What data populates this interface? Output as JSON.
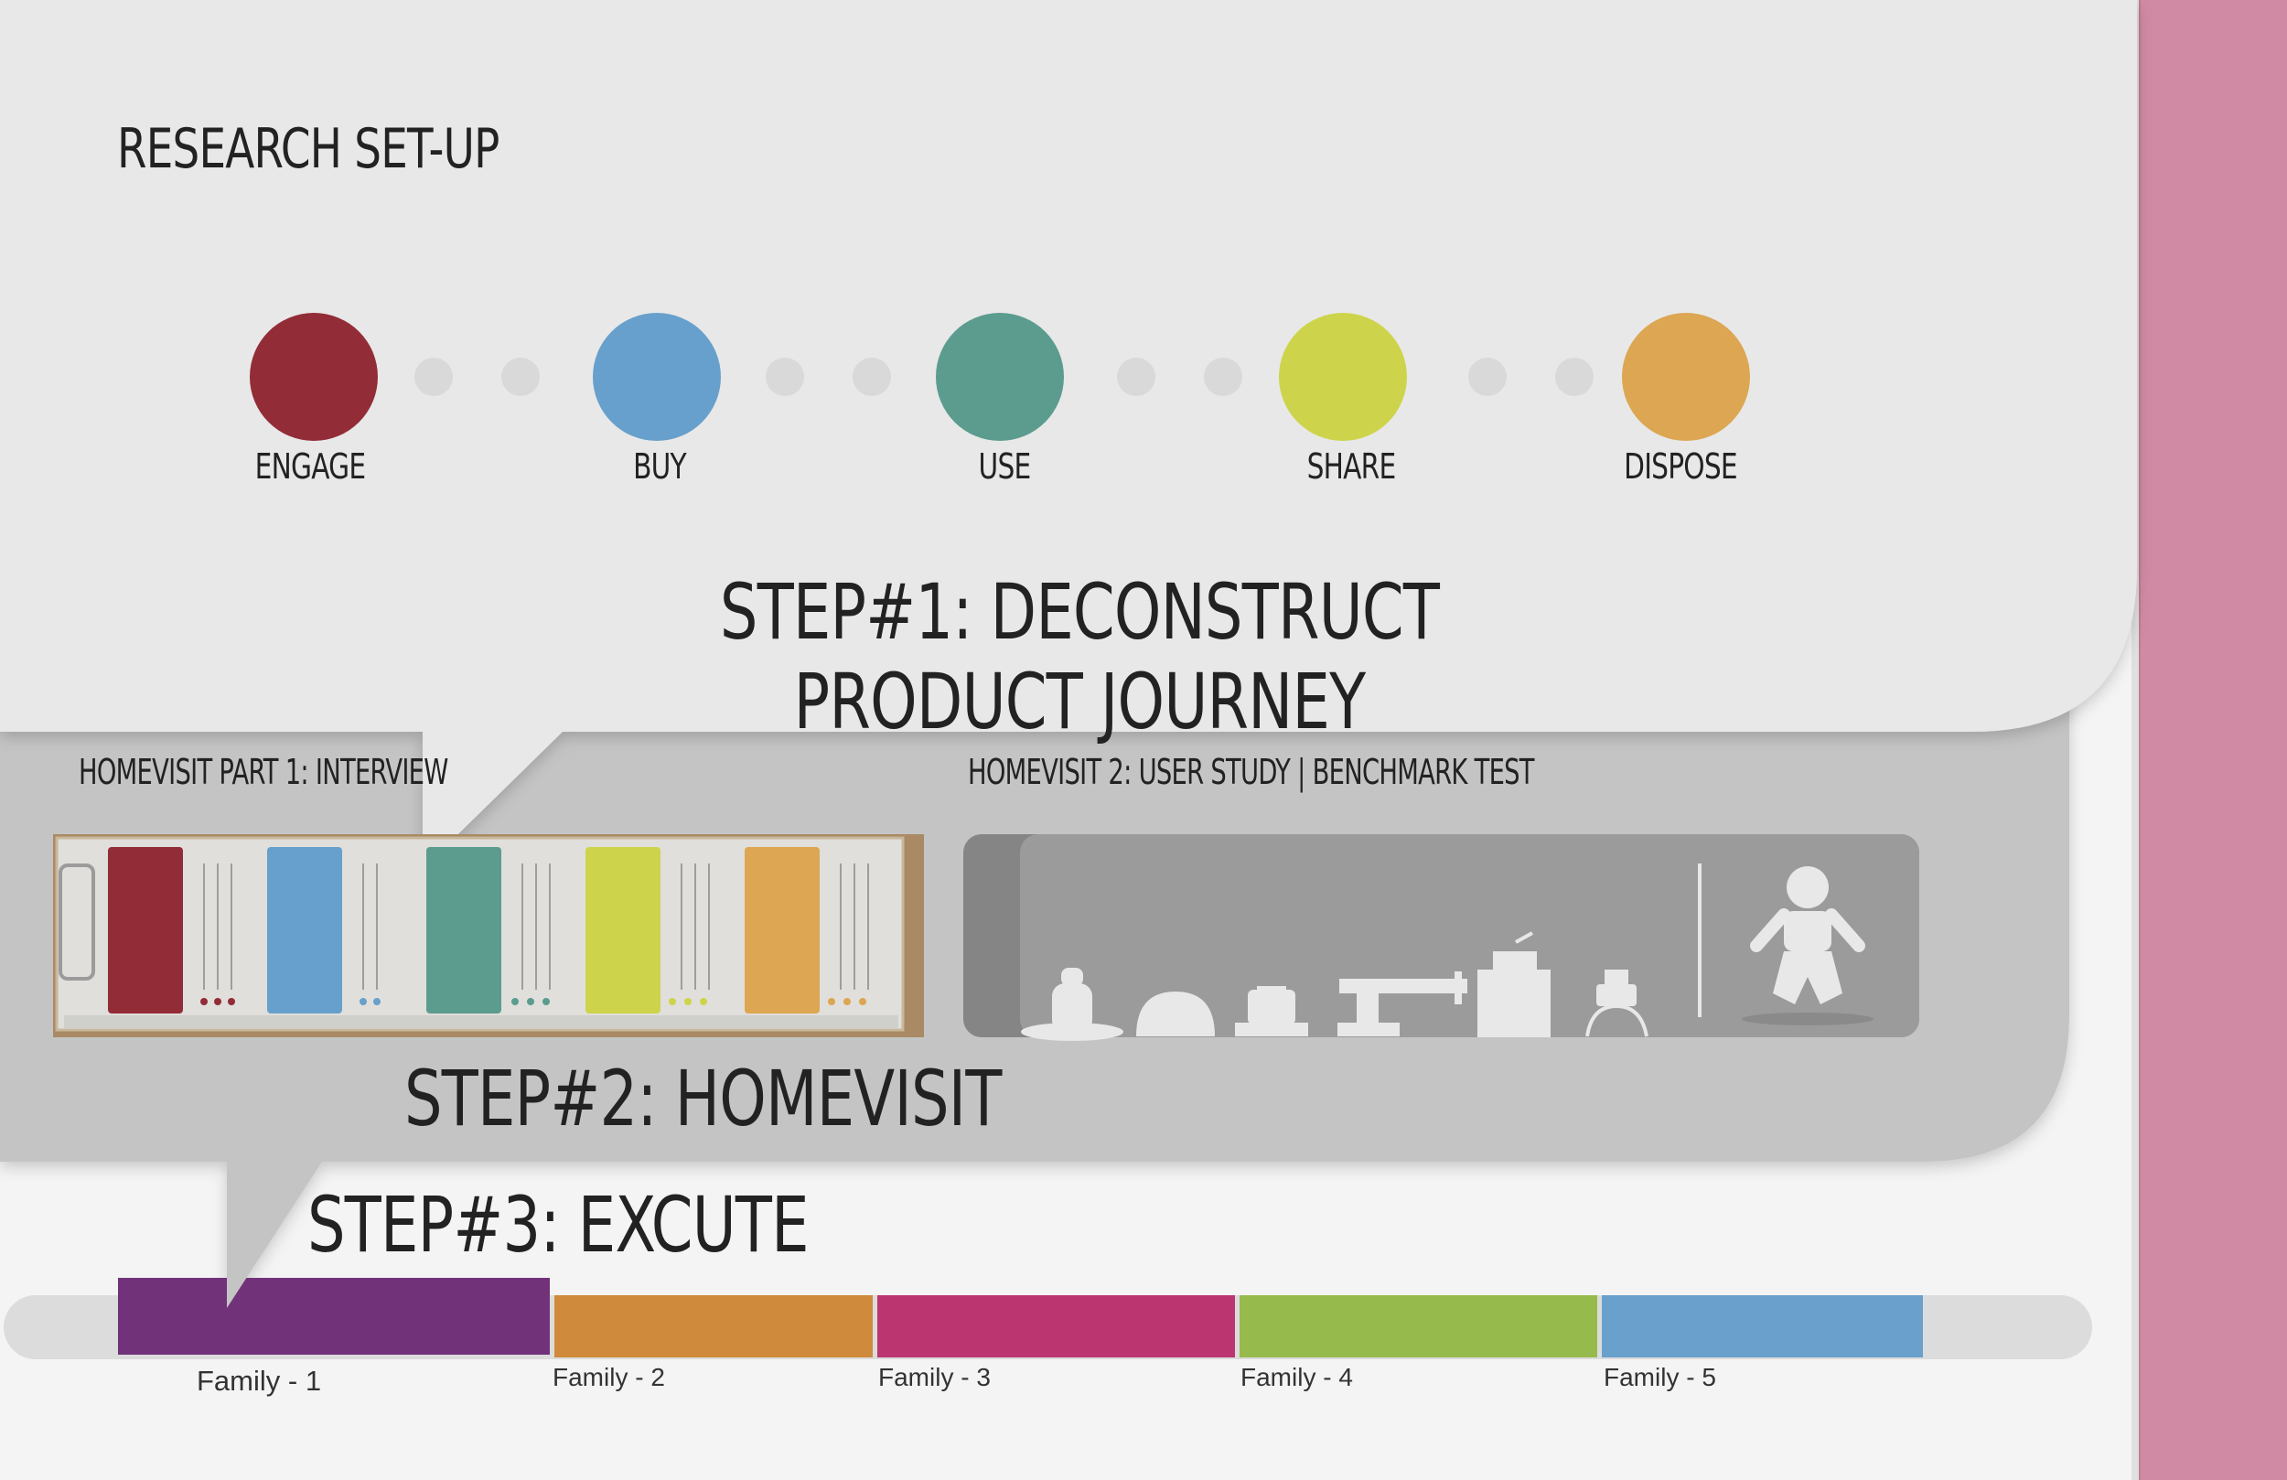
{
  "title": "RESEARCH SET-UP",
  "step1": {
    "heading": "STEP#1: DECONSTRUCT PRODUCT JOURNEY",
    "stages": [
      {
        "label": "ENGAGE",
        "color": "#922c37"
      },
      {
        "label": "BUY",
        "color": "#67a0cc"
      },
      {
        "label": "USE",
        "color": "#5b9c8f"
      },
      {
        "label": "SHARE",
        "color": "#cdd44b"
      },
      {
        "label": "DISPOSE",
        "color": "#dca652"
      }
    ]
  },
  "step2": {
    "heading": "STEP#2: HOMEVISIT",
    "part1": "HOMEVISIT PART 1: INTERVIEW",
    "part2": "HOMEVISIT 2: USER STUDY | BENCHMARK TEST"
  },
  "step3": {
    "heading": "STEP#3: EXCUTE",
    "families": [
      {
        "label": "Family - 1",
        "color": "#71327a"
      },
      {
        "label": "Family - 2",
        "color": "#cf8a3c"
      },
      {
        "label": "Family - 3",
        "color": "#bb3670"
      },
      {
        "label": "Family - 4",
        "color": "#97ba4d"
      },
      {
        "label": "Family - 5",
        "color": "#69a0cc"
      }
    ]
  },
  "accent_bar_color": "#d08aa4"
}
